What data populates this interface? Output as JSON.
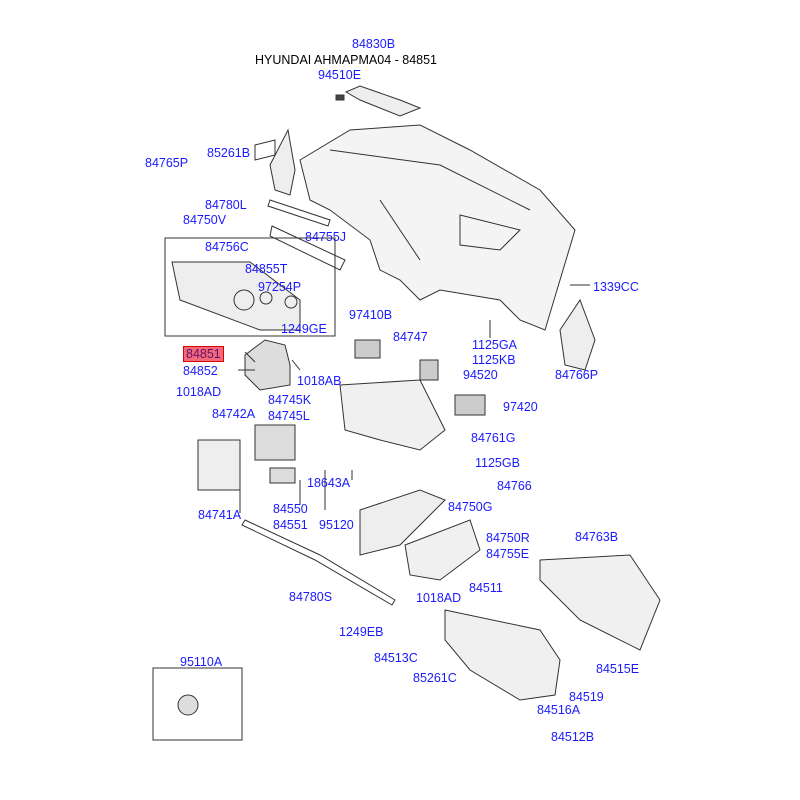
{
  "title": "HYUNDAI AHMAPMA04 - 84851",
  "highlighted_part": "84851",
  "colors": {
    "label": "#1a1aff",
    "highlight": "#f06a7a"
  },
  "labels": [
    {
      "id": "84830B",
      "text": "84830B"
    },
    {
      "id": "94510E",
      "text": "94510E"
    },
    {
      "id": "85261B",
      "text": "85261B"
    },
    {
      "id": "84765P",
      "text": "84765P"
    },
    {
      "id": "84780L",
      "text": "84780L"
    },
    {
      "id": "84750V",
      "text": "84750V"
    },
    {
      "id": "84756C",
      "text": "84756C"
    },
    {
      "id": "84755J",
      "text": "84755J"
    },
    {
      "id": "84855T",
      "text": "84855T"
    },
    {
      "id": "97254P",
      "text": "97254P"
    },
    {
      "id": "1249GE",
      "text": "1249GE"
    },
    {
      "id": "1339CC",
      "text": "1339CC"
    },
    {
      "id": "97410B",
      "text": "97410B"
    },
    {
      "id": "84747",
      "text": "84747"
    },
    {
      "id": "1125GA",
      "text": "1125GA"
    },
    {
      "id": "1125KB",
      "text": "1125KB"
    },
    {
      "id": "84851",
      "text": "84851"
    },
    {
      "id": "84852",
      "text": "84852"
    },
    {
      "id": "84766P",
      "text": "84766P"
    },
    {
      "id": "1018AB",
      "text": "1018AB"
    },
    {
      "id": "94520",
      "text": "94520"
    },
    {
      "id": "1018AD_a",
      "text": "1018AD"
    },
    {
      "id": "84745K",
      "text": "84745K"
    },
    {
      "id": "84745L",
      "text": "84745L"
    },
    {
      "id": "84742A",
      "text": "84742A"
    },
    {
      "id": "97420",
      "text": "97420"
    },
    {
      "id": "84761G",
      "text": "84761G"
    },
    {
      "id": "1125GB",
      "text": "1125GB"
    },
    {
      "id": "18643A",
      "text": "18643A"
    },
    {
      "id": "84766",
      "text": "84766"
    },
    {
      "id": "84550",
      "text": "84550"
    },
    {
      "id": "84551",
      "text": "84551"
    },
    {
      "id": "95120",
      "text": "95120"
    },
    {
      "id": "84741A",
      "text": "84741A"
    },
    {
      "id": "84750G",
      "text": "84750G"
    },
    {
      "id": "84763B",
      "text": "84763B"
    },
    {
      "id": "84750R",
      "text": "84750R"
    },
    {
      "id": "84755E",
      "text": "84755E"
    },
    {
      "id": "84780S",
      "text": "84780S"
    },
    {
      "id": "84511",
      "text": "84511"
    },
    {
      "id": "1018AD_b",
      "text": "1018AD"
    },
    {
      "id": "1249EB",
      "text": "1249EB"
    },
    {
      "id": "95110A",
      "text": "95110A"
    },
    {
      "id": "84513C",
      "text": "84513C"
    },
    {
      "id": "84515E",
      "text": "84515E"
    },
    {
      "id": "85261C",
      "text": "85261C"
    },
    {
      "id": "84519",
      "text": "84519"
    },
    {
      "id": "84516A",
      "text": "84516A"
    },
    {
      "id": "84512B",
      "text": "84512B"
    }
  ]
}
